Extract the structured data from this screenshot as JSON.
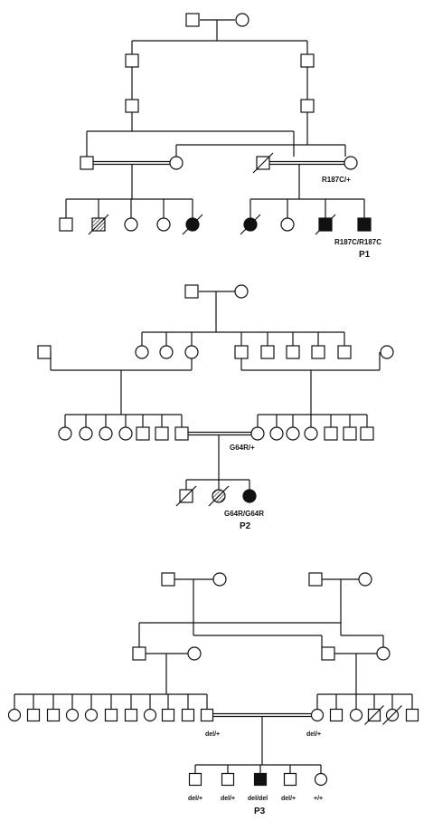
{
  "pedigrees": [
    {
      "id": "P1",
      "title": "P1",
      "genotype_labels": [
        "R187C/+",
        "R187C/R187C"
      ],
      "colors": {
        "affected": "#111111",
        "carrier_hatch": "#111111"
      }
    },
    {
      "id": "P2",
      "title": "P2",
      "genotype_labels": [
        "G64R/+",
        "G64R/G64R"
      ]
    },
    {
      "id": "P3",
      "title": "P3",
      "genotype_labels": [
        "del/+",
        "del/+",
        "del/+",
        "del/+",
        "del/del",
        "del/+",
        "+/+"
      ]
    }
  ]
}
